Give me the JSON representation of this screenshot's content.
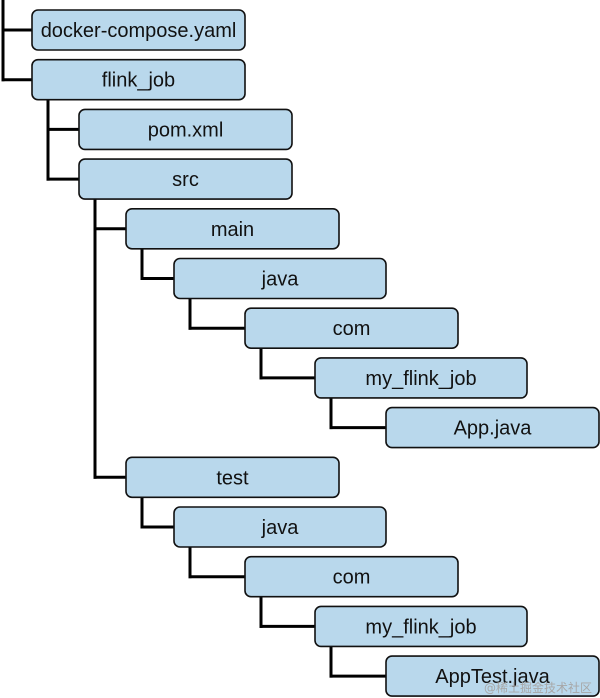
{
  "tree": [
    {
      "id": "docker-compose",
      "label": "docker-compose.yaml",
      "depth": 0,
      "parent": null
    },
    {
      "id": "flink-job",
      "label": "flink_job",
      "depth": 0,
      "parent": null
    },
    {
      "id": "pom-xml",
      "label": "pom.xml",
      "depth": 1,
      "parent": "flink-job"
    },
    {
      "id": "src",
      "label": "src",
      "depth": 1,
      "parent": "flink-job"
    },
    {
      "id": "main",
      "label": "main",
      "depth": 2,
      "parent": "src"
    },
    {
      "id": "main-java",
      "label": "java",
      "depth": 3,
      "parent": "main"
    },
    {
      "id": "main-com",
      "label": "com",
      "depth": 4,
      "parent": "main-java"
    },
    {
      "id": "main-my-flink-job",
      "label": "my_flink_job",
      "depth": 5,
      "parent": "main-com"
    },
    {
      "id": "app-java",
      "label": "App.java",
      "depth": 6,
      "parent": "main-my-flink-job"
    },
    {
      "id": "test",
      "label": "test",
      "depth": 2,
      "parent": "src"
    },
    {
      "id": "test-java",
      "label": "java",
      "depth": 3,
      "parent": "test"
    },
    {
      "id": "test-com",
      "label": "com",
      "depth": 4,
      "parent": "test-java"
    },
    {
      "id": "test-my-flink-job",
      "label": "my_flink_job",
      "depth": 5,
      "parent": "test-com"
    },
    {
      "id": "apptest-java",
      "label": "AppTest.java",
      "depth": 6,
      "parent": "test-my-flink-job"
    }
  ],
  "watermark": "@稀土掘金技术社区",
  "colors": {
    "node_fill": "#b9d8ec",
    "node_stroke": "#111111",
    "connector": "#000000"
  }
}
